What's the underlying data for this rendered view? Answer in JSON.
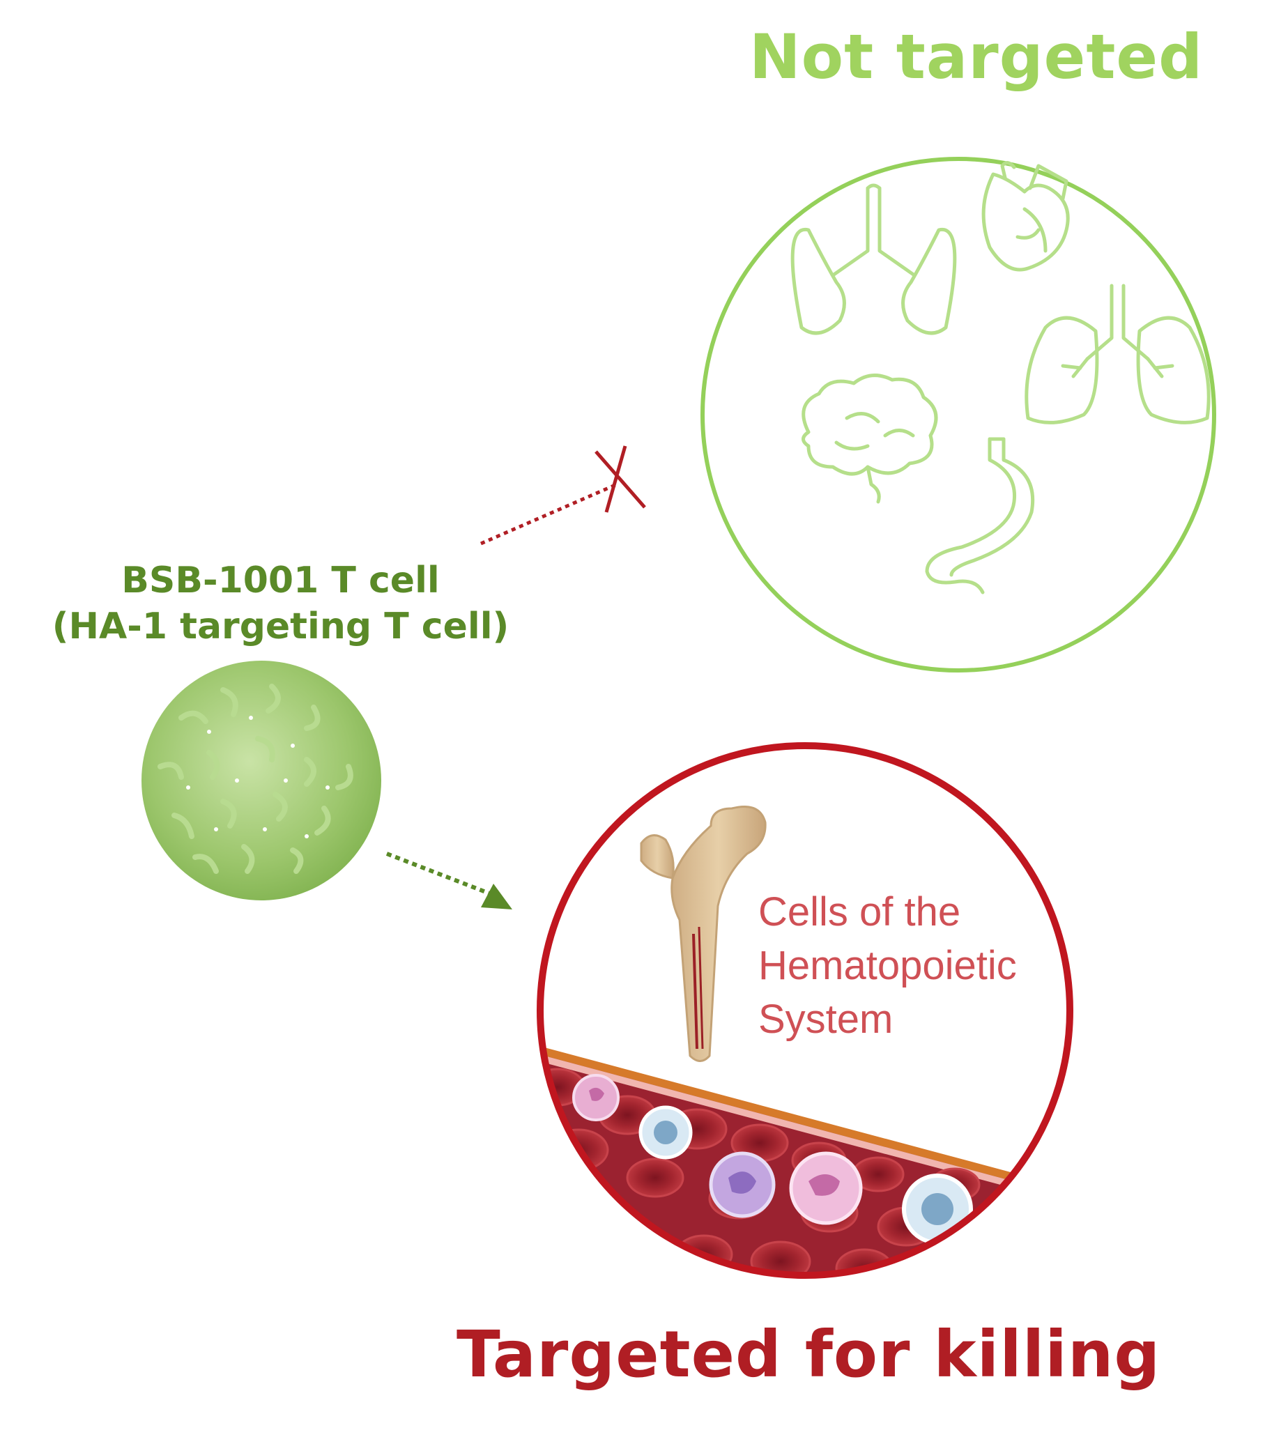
{
  "labels": {
    "not_targeted": "Not targeted",
    "t_cell_line1": "BSB-1001 T cell",
    "t_cell_line2": "(HA-1 targeting T cell)",
    "hema_line1": "Cells of the",
    "hema_line2": "Hematopoietic",
    "hema_line3": "System",
    "targeted": "Targeted for killing"
  },
  "icons": {
    "not_targeted_organs": [
      "kidneys-icon",
      "heart-icon",
      "lungs-icon",
      "brain-icon",
      "stomach-icon"
    ],
    "targeted": [
      "bone-icon",
      "blood-cells-icon"
    ],
    "t_cell": "t-cell-icon"
  },
  "colors": {
    "not_targeted": "#a0d35f",
    "t_cell_text": "#5a8a28",
    "targeted": "#b01e24",
    "hema_text": "#cf5055",
    "blocked_arrow": "#b01e24",
    "targeting_arrow": "#5a8a28"
  }
}
